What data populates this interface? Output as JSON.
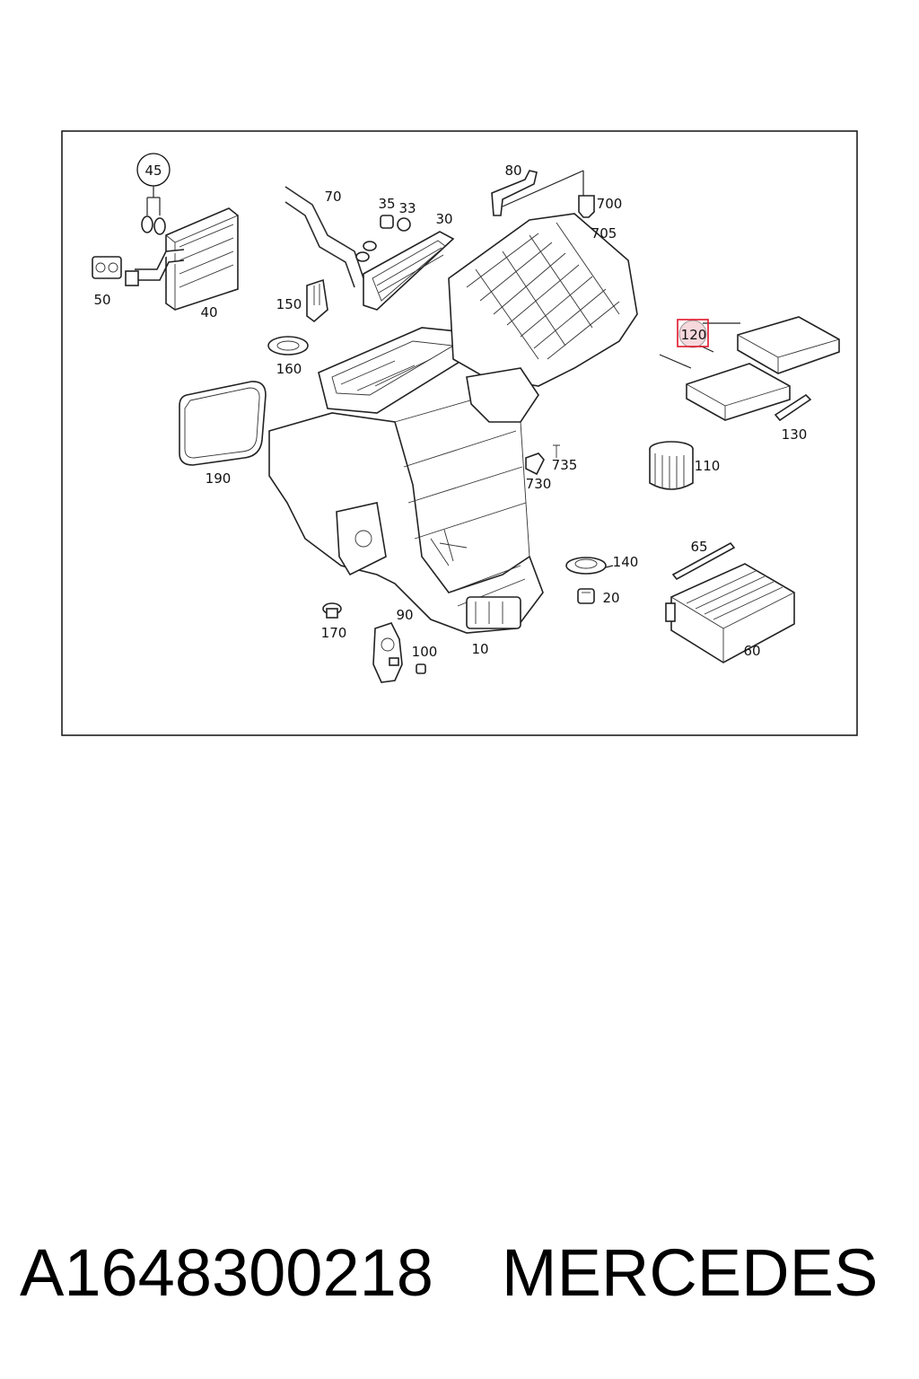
{
  "diagram": {
    "callouts": [
      "45",
      "70",
      "35",
      "33",
      "30",
      "80",
      "700",
      "705",
      "50",
      "40",
      "150",
      "160",
      "120",
      "130",
      "190",
      "735",
      "730",
      "110",
      "65",
      "140",
      "20",
      "170",
      "90",
      "100",
      "10",
      "60"
    ],
    "highlighted_callout": "120",
    "highlight_color": "#e0162b"
  },
  "footer": {
    "part_number": "A1648300218",
    "brand": "MERCEDES"
  }
}
